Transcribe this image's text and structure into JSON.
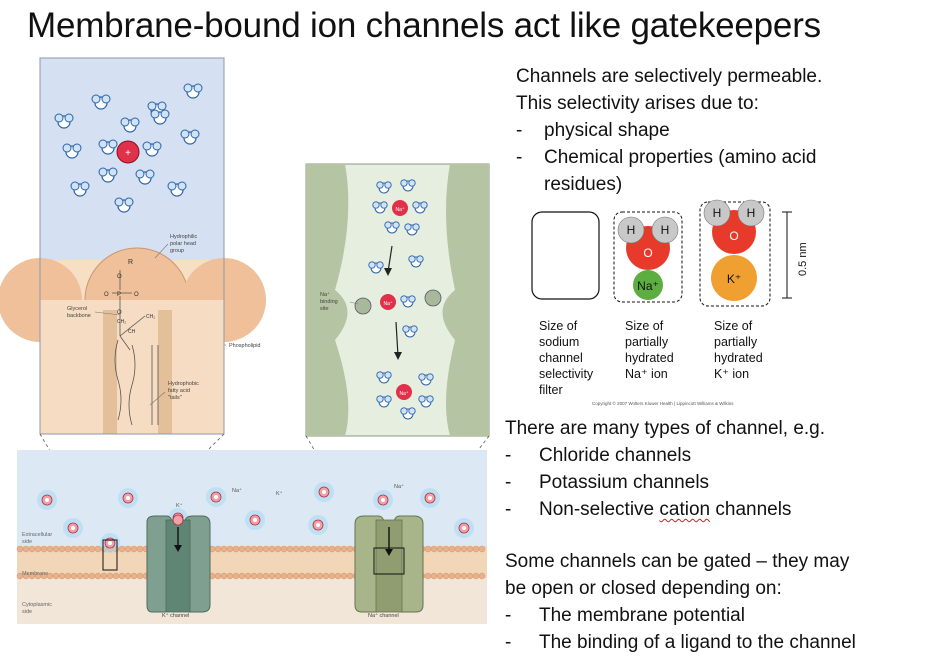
{
  "title": "Membrane-bound ion channels act like gatekeepers",
  "selectivity": {
    "lines": [
      "Channels are selectively permeable.",
      "This selectivity arises due to:"
    ],
    "bullets": [
      "physical shape",
      "Chemical properties (amino acid",
      "residues)"
    ]
  },
  "size_figure": {
    "labels": {
      "sodium_filter": [
        "Size of",
        "sodium",
        "channel",
        "selectivity",
        "filter"
      ],
      "na_ion": [
        "Size of",
        "partially",
        "hydrated",
        "Na⁺ ion"
      ],
      "k_ion": [
        "Size of",
        "partially",
        "hydrated",
        "K⁺ ion"
      ]
    },
    "scale_label": "0.5 nm",
    "h": "H",
    "o": "O",
    "na": "Na⁺",
    "k": "K⁺",
    "copyright": "Copyright © 2007 Wolters Kluwer Health | Lippincott Williams & Wilkins"
  },
  "channel_types": {
    "intro": "There are many types of channel, e.g.",
    "items": [
      "Chloride channels",
      "Potassium channels",
      "Non-selective",
      "cation",
      "channels"
    ]
  },
  "gating": {
    "intro": [
      "Some channels can be gated – they may",
      "be open or closed depending on:"
    ],
    "items": [
      "The membrane potential",
      "The binding of a ligand to the channel"
    ]
  },
  "left_illustration": {
    "hydrophilic": [
      "Hydrophilic",
      "polar head",
      "group"
    ],
    "glycerol": [
      "Glycerol",
      "backbone"
    ],
    "phospholipid": "Phospholipid",
    "hydrophobic": [
      "Hydrophobic",
      "fatty acid",
      "\"tails\""
    ],
    "chem": {
      "r": "R",
      "o": "O",
      "p": "P",
      "ch2": "CH₂",
      "ch": "CH"
    },
    "plus": "+"
  },
  "middle_illustration": {
    "binding_site": [
      "Na⁺",
      "binding",
      "site"
    ],
    "na": "Na⁺"
  },
  "membrane": {
    "extracellular": [
      "Extracellular",
      "side"
    ],
    "membrane": "Membrane",
    "cytoplasmic": [
      "Cytoplasmic",
      "side"
    ],
    "k_channel": "K⁺ channel",
    "na_channel": "Na⁺ channel",
    "na": "Na⁺",
    "k": "K⁺"
  }
}
